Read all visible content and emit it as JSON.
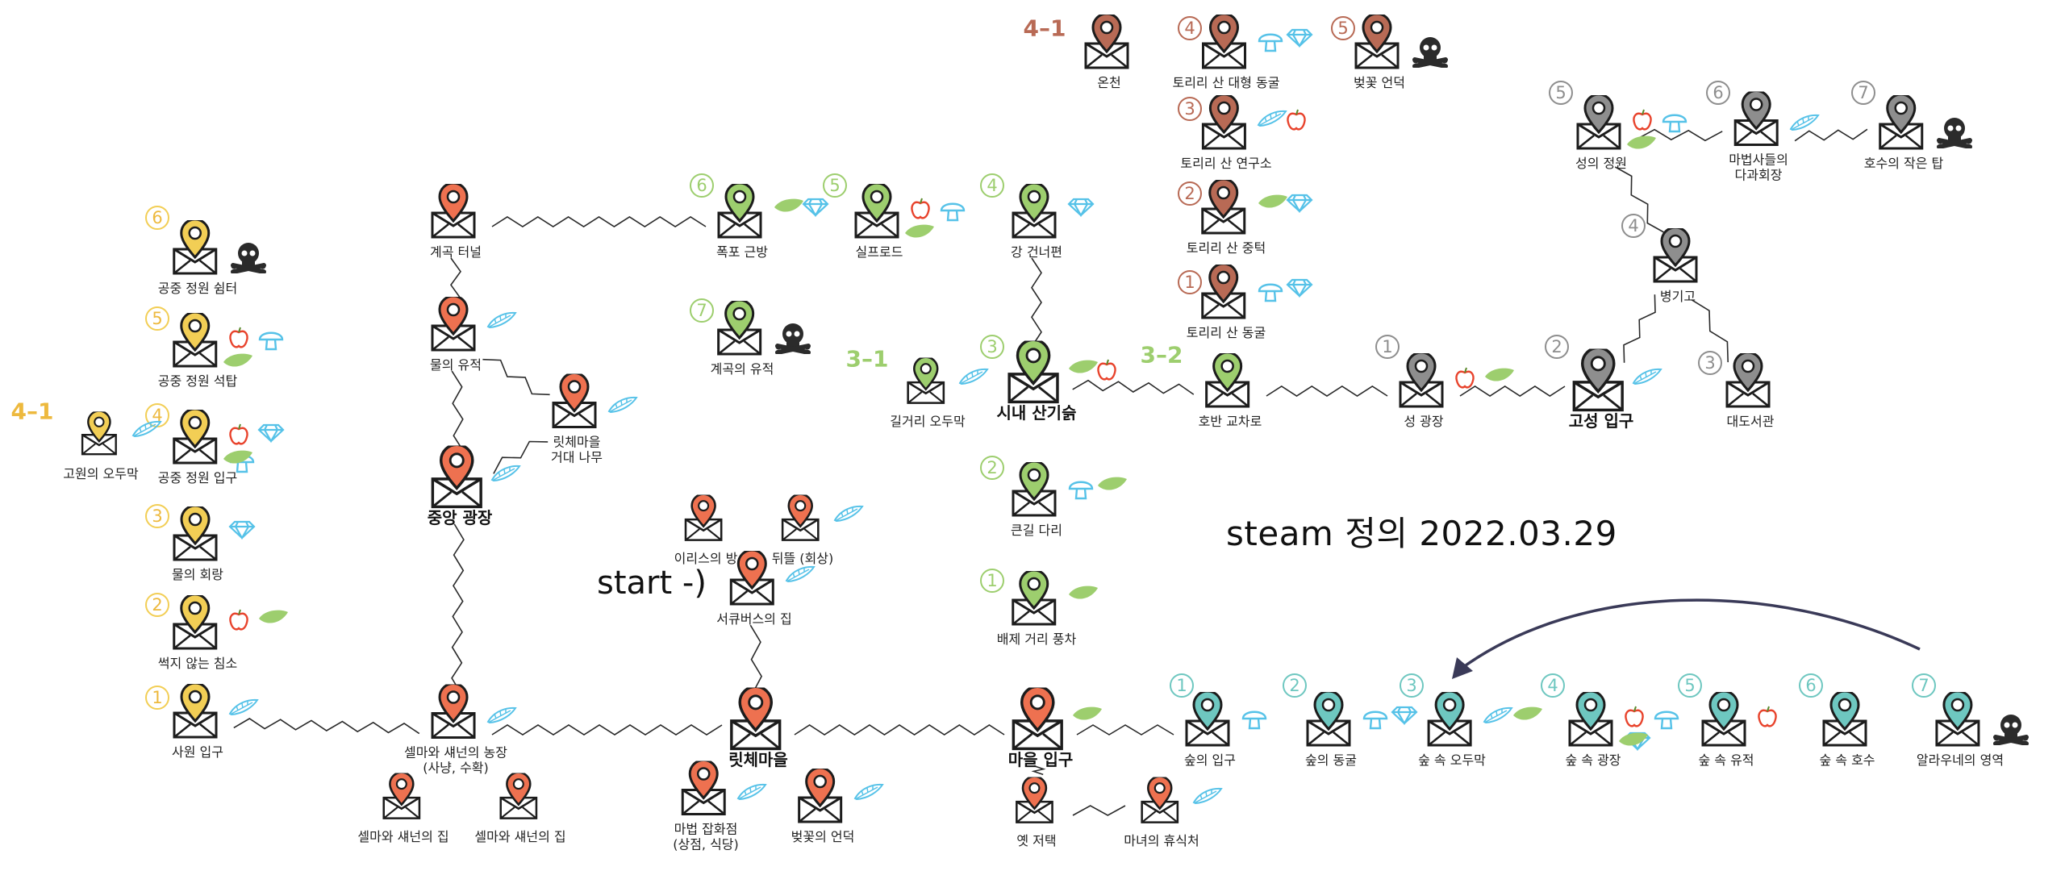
{
  "note": "steam 정의 2022.03.29",
  "start_label": "start -)",
  "colors": {
    "orange": "#EE7150",
    "yellow": "#F2CE55",
    "green": "#9DCE6E",
    "brown": "#B86A55",
    "gray": "#8E8E8E",
    "teal": "#6EC7C0",
    "path": "#2a2a2a",
    "arrow": "#3A3A58"
  },
  "locations": {
    "sawon_ipgu": {
      "label": "사원 입구",
      "stage": "1"
    },
    "sseokji": {
      "label": "썩지 않는 침소",
      "stage": "2"
    },
    "mului_hoerang": {
      "label": "물의 회랑",
      "stage": "3"
    },
    "gongjung_ipgu": {
      "label": "공중 정원 입구",
      "stage": "4"
    },
    "gowon_odumak": {
      "label": "고원의 오두막",
      "stage": "4-1"
    },
    "gongjung_seoktap": {
      "label": "공중 정원 석탑",
      "stage": "5"
    },
    "gongjung_shimteo": {
      "label": "공중 정원 쉼터",
      "stage": "6"
    },
    "gyegok_tunnel": {
      "label": "계곡 터널"
    },
    "mului_yujeok": {
      "label": "물의 유적"
    },
    "geodae_namu": {
      "label": "릿체마을\n거대 나무"
    },
    "jungang_gwangjang": {
      "label": "중앙 광장"
    },
    "selma_farm": {
      "label": "셀마와 섀넌의 농장\n(사냥, 수확)"
    },
    "selma_house1": {
      "label": "셀마와 섀넌의 집"
    },
    "selma_house2": {
      "label": "셀마와 섀넌의 집"
    },
    "iris_room": {
      "label": "이리스의 방"
    },
    "backyard": {
      "label": "뒤뜰 (회상)"
    },
    "seqbus_house": {
      "label": "서큐버스의 집"
    },
    "litche": {
      "label": "릿체마을"
    },
    "magic_shop": {
      "label": "마법 잡화점\n(상점, 식당)"
    },
    "cherry_hill_vil": {
      "label": "벚꽃의 언덕"
    },
    "village_gate": {
      "label": "마을 입구"
    },
    "old_house": {
      "label": "옛 저택"
    },
    "witch_rest": {
      "label": "마녀의 휴식처"
    },
    "waterfall": {
      "label": "폭포 근방",
      "stage": "6"
    },
    "gyegok_yujeok": {
      "label": "계곡의 유적",
      "stage": "7"
    },
    "silfrod": {
      "label": "실프로드",
      "stage": "5"
    },
    "river_cross": {
      "label": "강 건너편",
      "stage": "4"
    },
    "city_foot": {
      "label": "시내 산기슭",
      "stage": "3"
    },
    "street_hut": {
      "label": "길거리 오두막",
      "stage": "3-1"
    },
    "big_bridge": {
      "label": "큰길 다리",
      "stage": "2"
    },
    "street_stall": {
      "label": "배제 거리 풍차",
      "stage": "1"
    },
    "lake_carriage": {
      "label": "호반 교차로",
      "stage": "3-2"
    },
    "castle_square": {
      "label": "성 광장",
      "stage": "1"
    },
    "castle_entry": {
      "label": "고성 입구",
      "stage": "2"
    },
    "great_library": {
      "label": "대도서관",
      "stage": "3"
    },
    "barracks": {
      "label": "병기고",
      "stage": "4"
    },
    "castle_garden": {
      "label": "성의 정원",
      "stage": "5"
    },
    "mage_hall": {
      "label": "마법사들의\n다과회장",
      "stage": "6"
    },
    "lake_tower": {
      "label": "호수의 작은 탑",
      "stage": "7"
    },
    "torr_cave": {
      "label": "토리리 산 동굴",
      "stage": "1"
    },
    "torr_mid": {
      "label": "토리리 산 중턱",
      "stage": "2"
    },
    "torr_lab": {
      "label": "토리리 산 연구소",
      "stage": "3"
    },
    "torr_bigcave": {
      "label": "토리리 산 대형 동굴",
      "stage": "4"
    },
    "hot_spring": {
      "label": "온천",
      "stage": "4-1"
    },
    "cherry_hill_torr": {
      "label": "벚꽃 언덕",
      "stage": "5"
    },
    "forest_entry": {
      "label": "숲의 입구",
      "stage": "1"
    },
    "forest_cave": {
      "label": "숲의 동굴",
      "stage": "2"
    },
    "forest_hut": {
      "label": "숲 속 오두막",
      "stage": "3"
    },
    "forest_square": {
      "label": "숲 속 광장",
      "stage": "4"
    },
    "forest_ruins": {
      "label": "숲 속 유적",
      "stage": "5"
    },
    "forest_lake": {
      "label": "숲 속 호수",
      "stage": "6"
    },
    "alraune": {
      "label": "알라우네의 영역",
      "stage": "7"
    }
  }
}
